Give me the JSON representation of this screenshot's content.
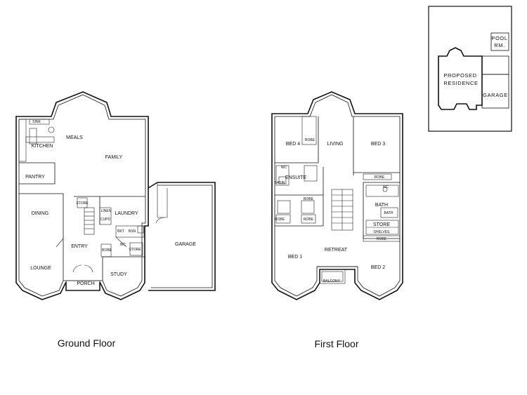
{
  "ground_floor": {
    "caption": "Ground Floor",
    "rooms": {
      "kitchen": "KITCHEN",
      "meals": "MEALS",
      "family": "FAMILY",
      "pantry": "PANTRY",
      "dining": "DINING",
      "lounge": "LOUNGE",
      "entry": "ENTRY",
      "laundry": "LAUNDRY",
      "study": "STUDY",
      "porch": "PORCH",
      "garage": "GARAGE",
      "store1": "STORE",
      "store2": "STORE",
      "linen": "LINEN",
      "cupd": "CUPD",
      "sink": "SINK",
      "bkt": "BKT",
      "bsn": "BSN",
      "wc": "WC",
      "robe": "ROBE"
    }
  },
  "first_floor": {
    "caption": "First Floor",
    "rooms": {
      "bed4": "BED 4",
      "living": "LIVING",
      "bed3": "BED 3",
      "ensuite": "ENSUITE",
      "bath": "BATH",
      "store": "STORE",
      "shelves": "SHELVES",
      "bed1": "BED 1",
      "retreat": "RETREAT",
      "bed2": "BED 2",
      "balcony": "BALCONY",
      "robe_a": "ROBE",
      "robe_b": "ROBE",
      "robe_c": "ROBE",
      "robe_d": "ROBE",
      "robe_e": "ROBE",
      "robe_f": "ROBE",
      "wc_a": "WC",
      "wc_b": "WC",
      "basin": "BASIN",
      "bath_small": "BATH"
    }
  },
  "site_plan": {
    "residence_line1": "PROPOSED",
    "residence_line2": "RESIDENCE",
    "garage": "GARAGE",
    "pool_line1": "POOL",
    "pool_line2": "RM."
  }
}
